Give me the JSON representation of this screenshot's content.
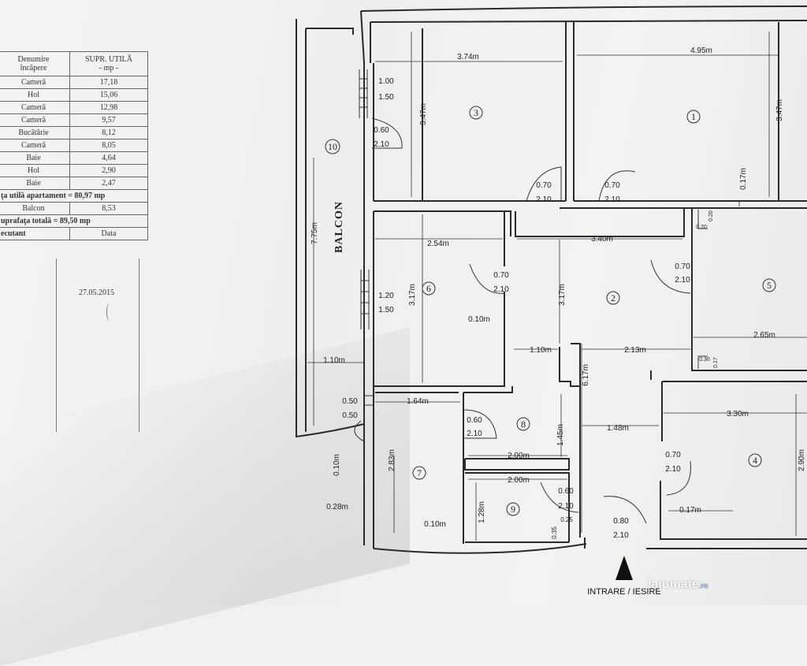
{
  "legend": {
    "header": {
      "name_line1": "Denumire",
      "name_line2": "încăpere",
      "area_line1": "SUPR. UTILĂ",
      "area_line2": "- mp -"
    },
    "rows": [
      {
        "name": "Cameră",
        "area": "17,18"
      },
      {
        "name": "Hol",
        "area": "15,06"
      },
      {
        "name": "Cameră",
        "area": "12,98"
      },
      {
        "name": "Cameră",
        "area": "9,57"
      },
      {
        "name": "Bucătărie",
        "area": "8,12"
      },
      {
        "name": "Cameră",
        "area": "8,05"
      },
      {
        "name": "Baie",
        "area": "4,64"
      },
      {
        "name": "Hol",
        "area": "2,90"
      },
      {
        "name": "Baie",
        "area": "2,47"
      }
    ],
    "useful_total": "ţa  utilă  apartament = 80,97 mp",
    "balcony": {
      "name": "Balcon",
      "area": "8,53"
    },
    "total": "uprafaţa totală = 89,50 mp",
    "sign_header": {
      "left": "ecutant",
      "right": "Data"
    },
    "date": "27.05.2015"
  },
  "plan": {
    "rooms": [
      {
        "num": "1"
      },
      {
        "num": "2"
      },
      {
        "num": "3"
      },
      {
        "num": "4"
      },
      {
        "num": "5"
      },
      {
        "num": "6"
      },
      {
        "num": "7"
      },
      {
        "num": "8"
      },
      {
        "num": "9"
      },
      {
        "num": "10"
      }
    ],
    "balcony_label": "BALCON",
    "dimensions": [
      "3.74m",
      "4.95m",
      "3.47m",
      "3.47m",
      "1.00",
      "1.50",
      "0.60",
      "2.10",
      "0.70",
      "2.10",
      "0.70",
      "2.10",
      "0.17m",
      "7.75m",
      "2.54m",
      "3.40m",
      "0.70",
      "2.10",
      "0.70",
      "2.10",
      "3.17m",
      "3.17m",
      "1.20",
      "1.50",
      "0.10m",
      "1.10m",
      "1.10m",
      "2.13m",
      "2.65m",
      "6.17m",
      "0.50",
      "0.50",
      "1.64m",
      "0.60",
      "2.10",
      "1.45m",
      "1.48m",
      "3.30m",
      "2.83m",
      "2.00m",
      "2.00m",
      "0.70",
      "2.10",
      "2.90m",
      "0.10m",
      "0.28m",
      "1.28m",
      "0.60",
      "2.10",
      "0.25",
      "0.35",
      "0.80",
      "2.10",
      "0.17m",
      "0.10m",
      "0.20",
      "0.20",
      "0.30",
      "0.17"
    ],
    "entrance": "INTRARE / IESIRE"
  },
  "watermark": {
    "text": "lajumate",
    "tld": ".ro"
  }
}
